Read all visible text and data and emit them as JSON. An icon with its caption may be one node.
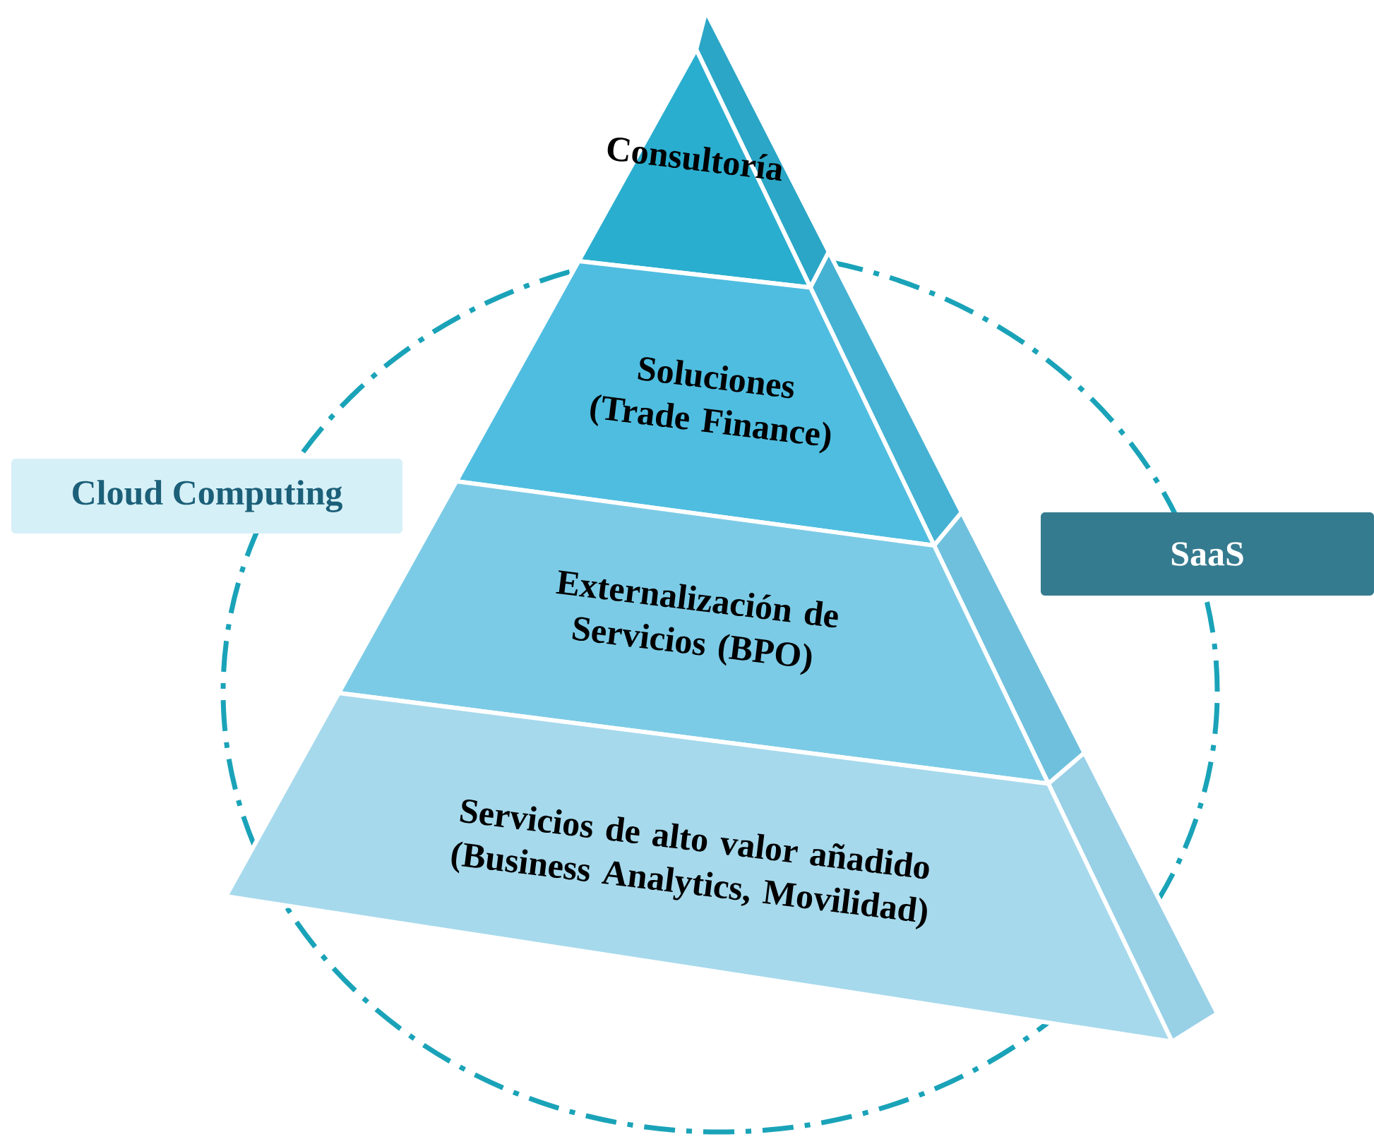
{
  "diagram": {
    "nodes": [
      {
        "text": [
          "Consultoría"
        ]
      },
      {
        "text": [
          "Soluciones (Trade Finance)"
        ]
      },
      {
        "text": [
          "Externalización de Servicios (BPO)"
        ]
      },
      {
        "text": [
          "Servicios de alto valor añadido (Business Analytics, Movilidad)"
        ]
      },
      {
        "text": [
          "Cloud Computing"
        ]
      },
      {
        "text": [
          "SaaS"
        ]
      }
    ]
  }
}
